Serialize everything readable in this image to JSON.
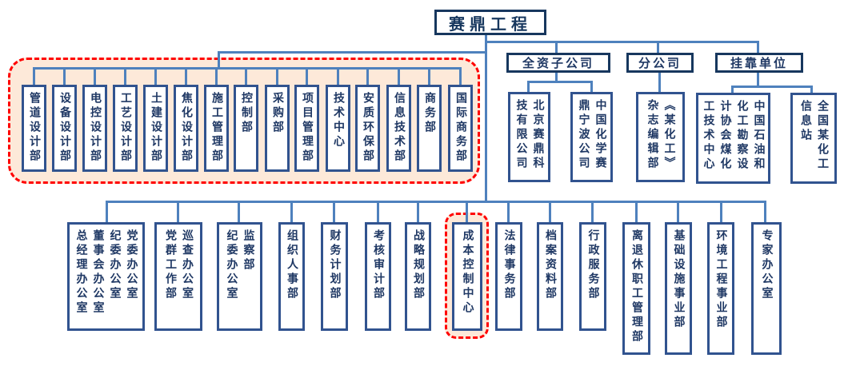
{
  "title": "赛鼎工程",
  "colors": {
    "connector_line": "#4E81BD",
    "box_border": "#31538F",
    "header_border": "#17375E",
    "text": "#1F3864",
    "highlight_fill": "#FDE9D9",
    "highlight_border": "#FF0000"
  },
  "branch_categories": {
    "wholly_owned": "全资子公司",
    "branch": "分公司",
    "affiliated": "挂靠单位"
  },
  "hq_departments": [
    "管道设计部",
    "设备设计部",
    "电控设计部",
    "工艺设计部",
    "土建设计部",
    "焦化设计部",
    "施工管理部",
    "控制部",
    "采购部",
    "项目管理部",
    "技术中心",
    "安质环保部",
    "信息技术部",
    "商务部",
    "国际商务部"
  ],
  "wholly_owned_companies": [
    "北京赛鼎科\n技有限公司",
    "中国化学赛\n鼎宁波公司"
  ],
  "branch_companies": [
    "《某化工》\n杂志编辑部"
  ],
  "affiliated_units": [
    "中国石油和\n化工勘察设\n计协会煤化\n工技术中心",
    "全国某化工\n信息站"
  ],
  "admin_departments": [
    "党委办公室\n纪委办公室\n董事会办公室\n总经理办公室",
    "巡查办公室\n党群工作部",
    "监察部\n纪委办公室",
    "组织人事部",
    "财务计划部",
    "考核审计部",
    "战略规划部",
    "成本控制中心",
    "法律事务部",
    "档案资料部",
    "行政服务部",
    "离退休职工管理部",
    "基础设施事业部",
    "环境工程事业部",
    "专家办公室"
  ]
}
